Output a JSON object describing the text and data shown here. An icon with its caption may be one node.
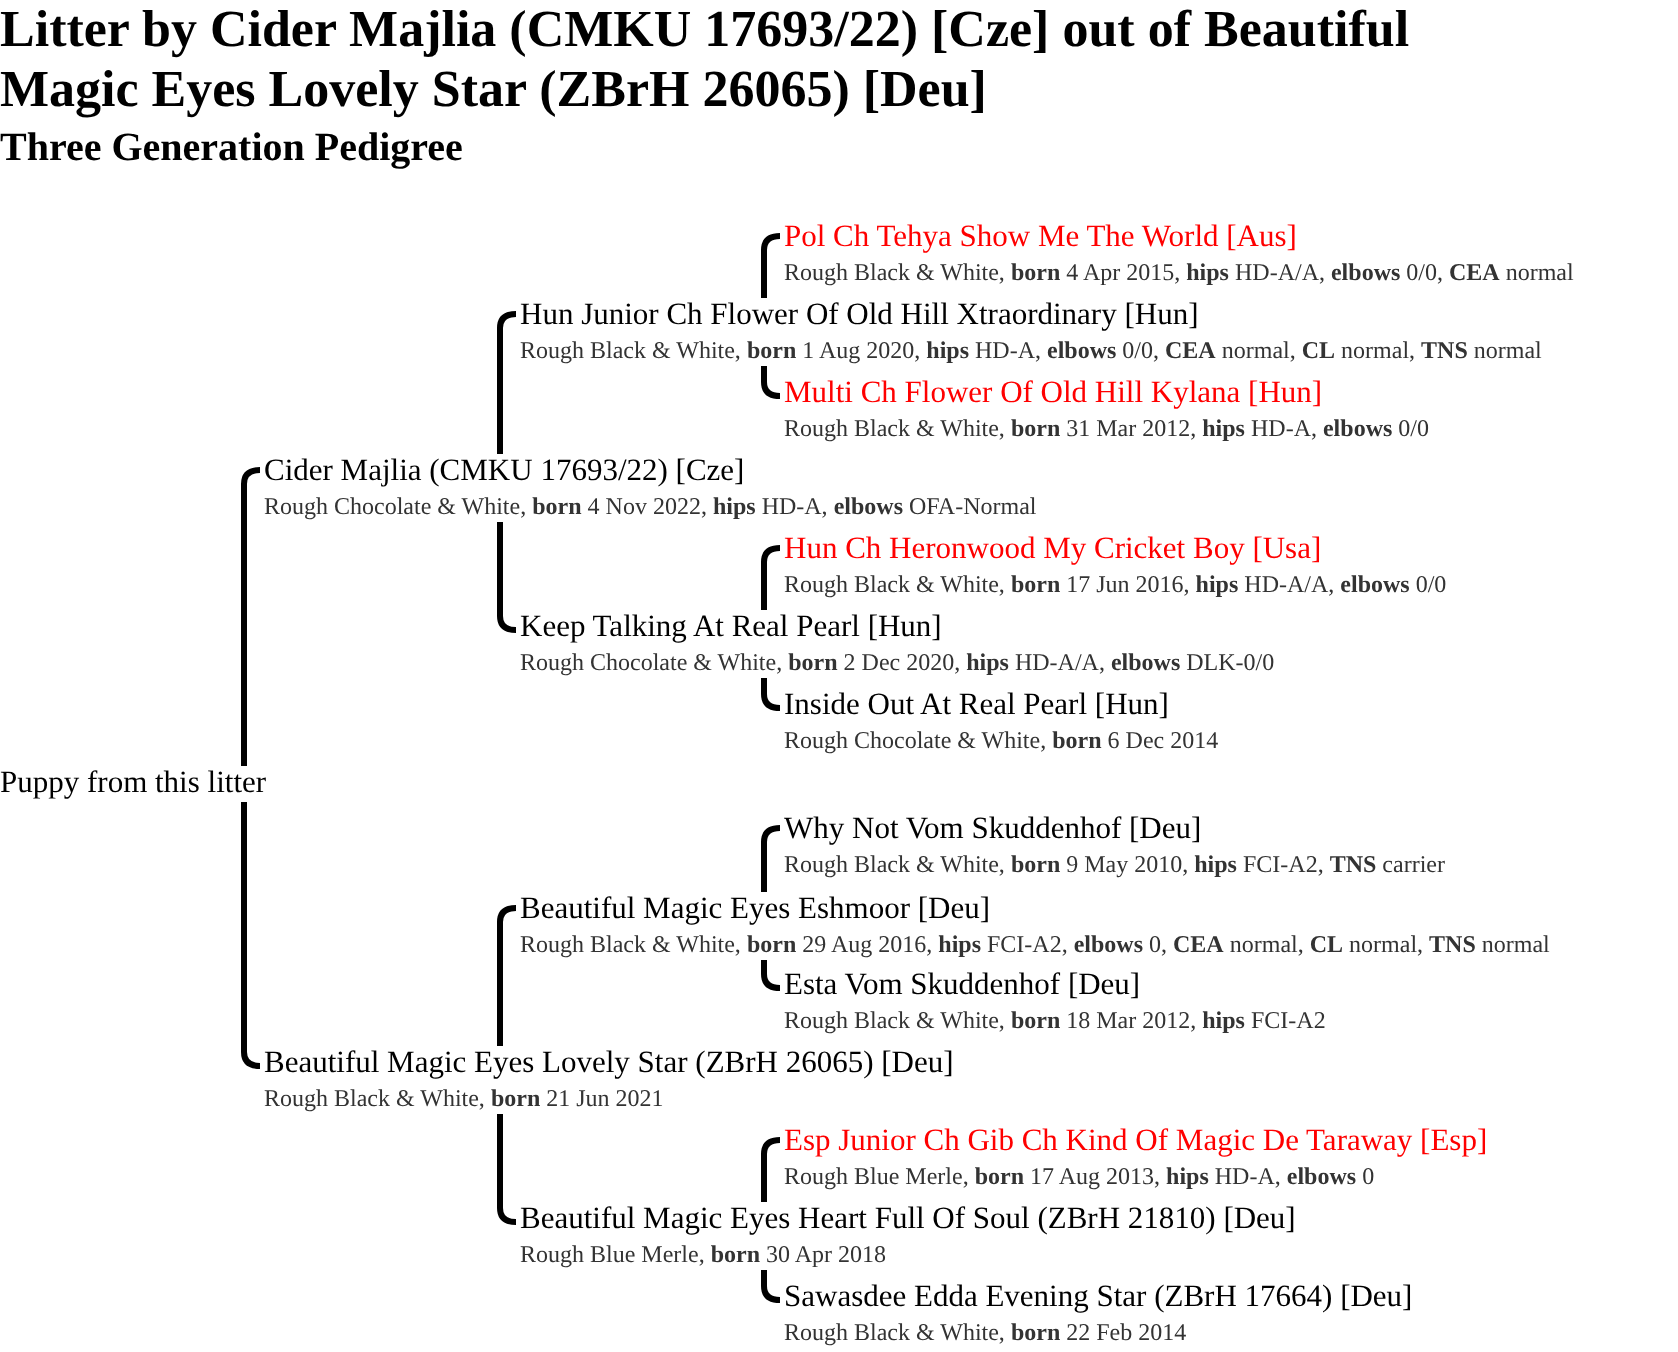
{
  "diagram": {
    "title": "Litter by Cider Majlia (CMKU 17693/22) [Cze] out of Beautiful Magic Eyes Lovely Star (ZBrH 26065) [Deu]",
    "nodes": [
      {
        "text": [
          "Pol Ch Tehya Show Me The World [Aus]",
          "Rough Black & White, **born** 4 Apr 2015, **hips** HD-A/A, **elbows** 0/0, **CEA** normal"
        ]
      },
      {
        "text": [
          "Hun Junior Ch Flower Of Old Hill Xtraordinary [Hun]",
          "Rough Black & White, **born** 1 Aug 2020, **hips** HD-A, **elbows** 0/0, **CEA** normal, **CL** normal, **TNS** normal"
        ]
      },
      {
        "text": [
          "Multi Ch Flower Of Old Hill Kylana [Hun]",
          "Rough Black & White, **born** 31 Mar 2012, **hips** HD-A, **elbows** 0/0"
        ]
      },
      {
        "text": [
          "Cider Majlia (CMKU 17693/22) [Cze]",
          "Rough Chocolate & White, **born** 4 Nov 2022, **hips** HD-A, **elbows** OFA-Normal"
        ]
      },
      {
        "text": [
          "Hun Ch Heronwood My Cricket Boy [Usa]",
          "Rough Black & White, **born** 17 Jun 2016, **hips** HD-A/A, **elbows** 0/0"
        ]
      },
      {
        "text": [
          "Keep Talking At Real Pearl [Hun]",
          "Rough Chocolate & White, **born** 2 Dec 2020, **hips** HD-A/A, **elbows** DLK-0/0"
        ]
      },
      {
        "text": [
          "Inside Out At Real Pearl [Hun]",
          "Rough Chocolate & White, **born** 6 Dec 2014"
        ]
      },
      {
        "text": [
          "Puppy from this litter"
        ]
      },
      {
        "text": [
          "Why Not Vom Skuddenhof [Deu]",
          "Rough Black & White, **born** 9 May 2010, **hips** FCI-A2, **TNS** carrier"
        ]
      },
      {
        "text": [
          "Beautiful Magic Eyes Eshmoor [Deu]",
          "Rough Black & White, **born** 29 Aug 2016, **hips** FCI-A2, **elbows** 0, **CEA** normal, **CL** normal, **TNS** normal"
        ]
      },
      {
        "text": [
          "Esta Vom Skuddenhof [Deu]",
          "Rough Black & White, **born** 18 Mar 2012, **hips** FCI-A2"
        ]
      },
      {
        "text": [
          "Beautiful Magic Eyes Lovely Star (ZBrH 26065) [Deu]",
          "Rough Black & White, **born** 21 Jun 2021"
        ]
      },
      {
        "text": [
          "Esp Junior Ch Gib Ch Kind Of Magic De Taraway [Esp]",
          "Rough Blue Merle, **born** 17 Aug 2013, **hips** HD-A, **elbows** 0"
        ]
      },
      {
        "text": [
          "Beautiful Magic Eyes Heart Full Of Soul (ZBrH 21810) [Deu]",
          "Rough Blue Merle, **born** 30 Apr 2018"
        ]
      },
      {
        "text": [
          "Sawasdee Edda Evening Star (ZBrH 17664) [Deu]",
          "Rough Black & White, **born** 22 Feb 2014"
        ]
      }
    ],
    "edges": [
      {
        "from": 7,
        "to": 3,
        "arrow": "none"
      },
      {
        "from": 7,
        "to": 11,
        "arrow": "none"
      },
      {
        "from": 3,
        "to": 1,
        "arrow": "none"
      },
      {
        "from": 3,
        "to": 5,
        "arrow": "none"
      },
      {
        "from": 1,
        "to": 0,
        "arrow": "none"
      },
      {
        "from": 1,
        "to": 2,
        "arrow": "none"
      },
      {
        "from": 5,
        "to": 4,
        "arrow": "none"
      },
      {
        "from": 5,
        "to": 6,
        "arrow": "none"
      },
      {
        "from": 11,
        "to": 9,
        "arrow": "none"
      },
      {
        "from": 11,
        "to": 13,
        "arrow": "none"
      },
      {
        "from": 9,
        "to": 8,
        "arrow": "none"
      },
      {
        "from": 9,
        "to": 10,
        "arrow": "none"
      },
      {
        "from": 13,
        "to": 12,
        "arrow": "none"
      },
      {
        "from": 13,
        "to": 14,
        "arrow": "none"
      }
    ],
    "labels": [
      "Three Generation Pedigree"
    ]
  }
}
